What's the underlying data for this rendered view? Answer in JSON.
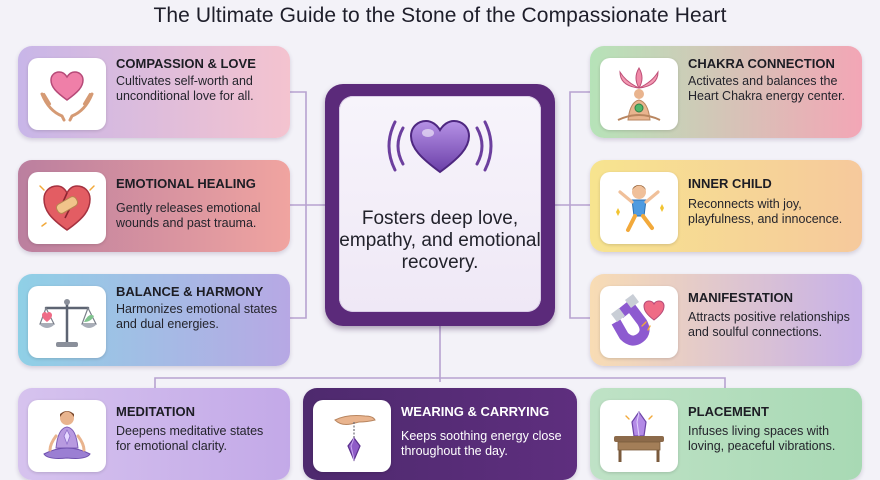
{
  "title": "The Ultimate Guide to the Stone of the Compassionate Heart",
  "center": {
    "text": "Fosters deep love, empathy, and emotional recovery.",
    "icon": "radiating-heart-icon"
  },
  "cards": {
    "compassion": {
      "title": "COMPASSION & LOVE",
      "desc": "Cultivates self-worth and unconditional love for all.",
      "icon": "hands-holding-heart-icon"
    },
    "emotional_healing": {
      "title": "EMOTIONAL HEALING",
      "desc": "Gently releases emotional wounds and past trauma.",
      "icon": "bandaged-heart-icon"
    },
    "balance": {
      "title": "BALANCE & HARMONY",
      "desc": "Harmonizes emotional states and dual energies.",
      "icon": "balance-scale-icon"
    },
    "meditation": {
      "title": "MEDITATION",
      "desc": "Deepens meditative states for emotional clarity.",
      "icon": "meditating-person-icon"
    },
    "wearing": {
      "title": "WEARING & CARRYING",
      "desc": "Keeps soothing energy close throughout the day.",
      "icon": "pendant-hand-icon"
    },
    "placement": {
      "title": "PLACEMENT",
      "desc": "Infuses living spaces with loving, peaceful vibrations.",
      "icon": "crystal-on-table-icon"
    },
    "chakra": {
      "title": "CHAKRA CONNECTION",
      "desc": "Activates and balances the Heart Chakra energy center.",
      "icon": "lotus-chakra-icon"
    },
    "inner_child": {
      "title": "INNER CHILD",
      "desc": "Reconnects with joy, playfulness, and innocence.",
      "icon": "jumping-child-icon"
    },
    "manifestation": {
      "title": "MANIFESTATION",
      "desc": "Attracts positive relationships and soulful connections.",
      "icon": "magnet-heart-icon"
    }
  },
  "colors": {
    "background": "#f3f2f8",
    "center_frame": "#5b2a7a",
    "heart": "#8a5bc4",
    "connector": "#b7a2d0"
  }
}
